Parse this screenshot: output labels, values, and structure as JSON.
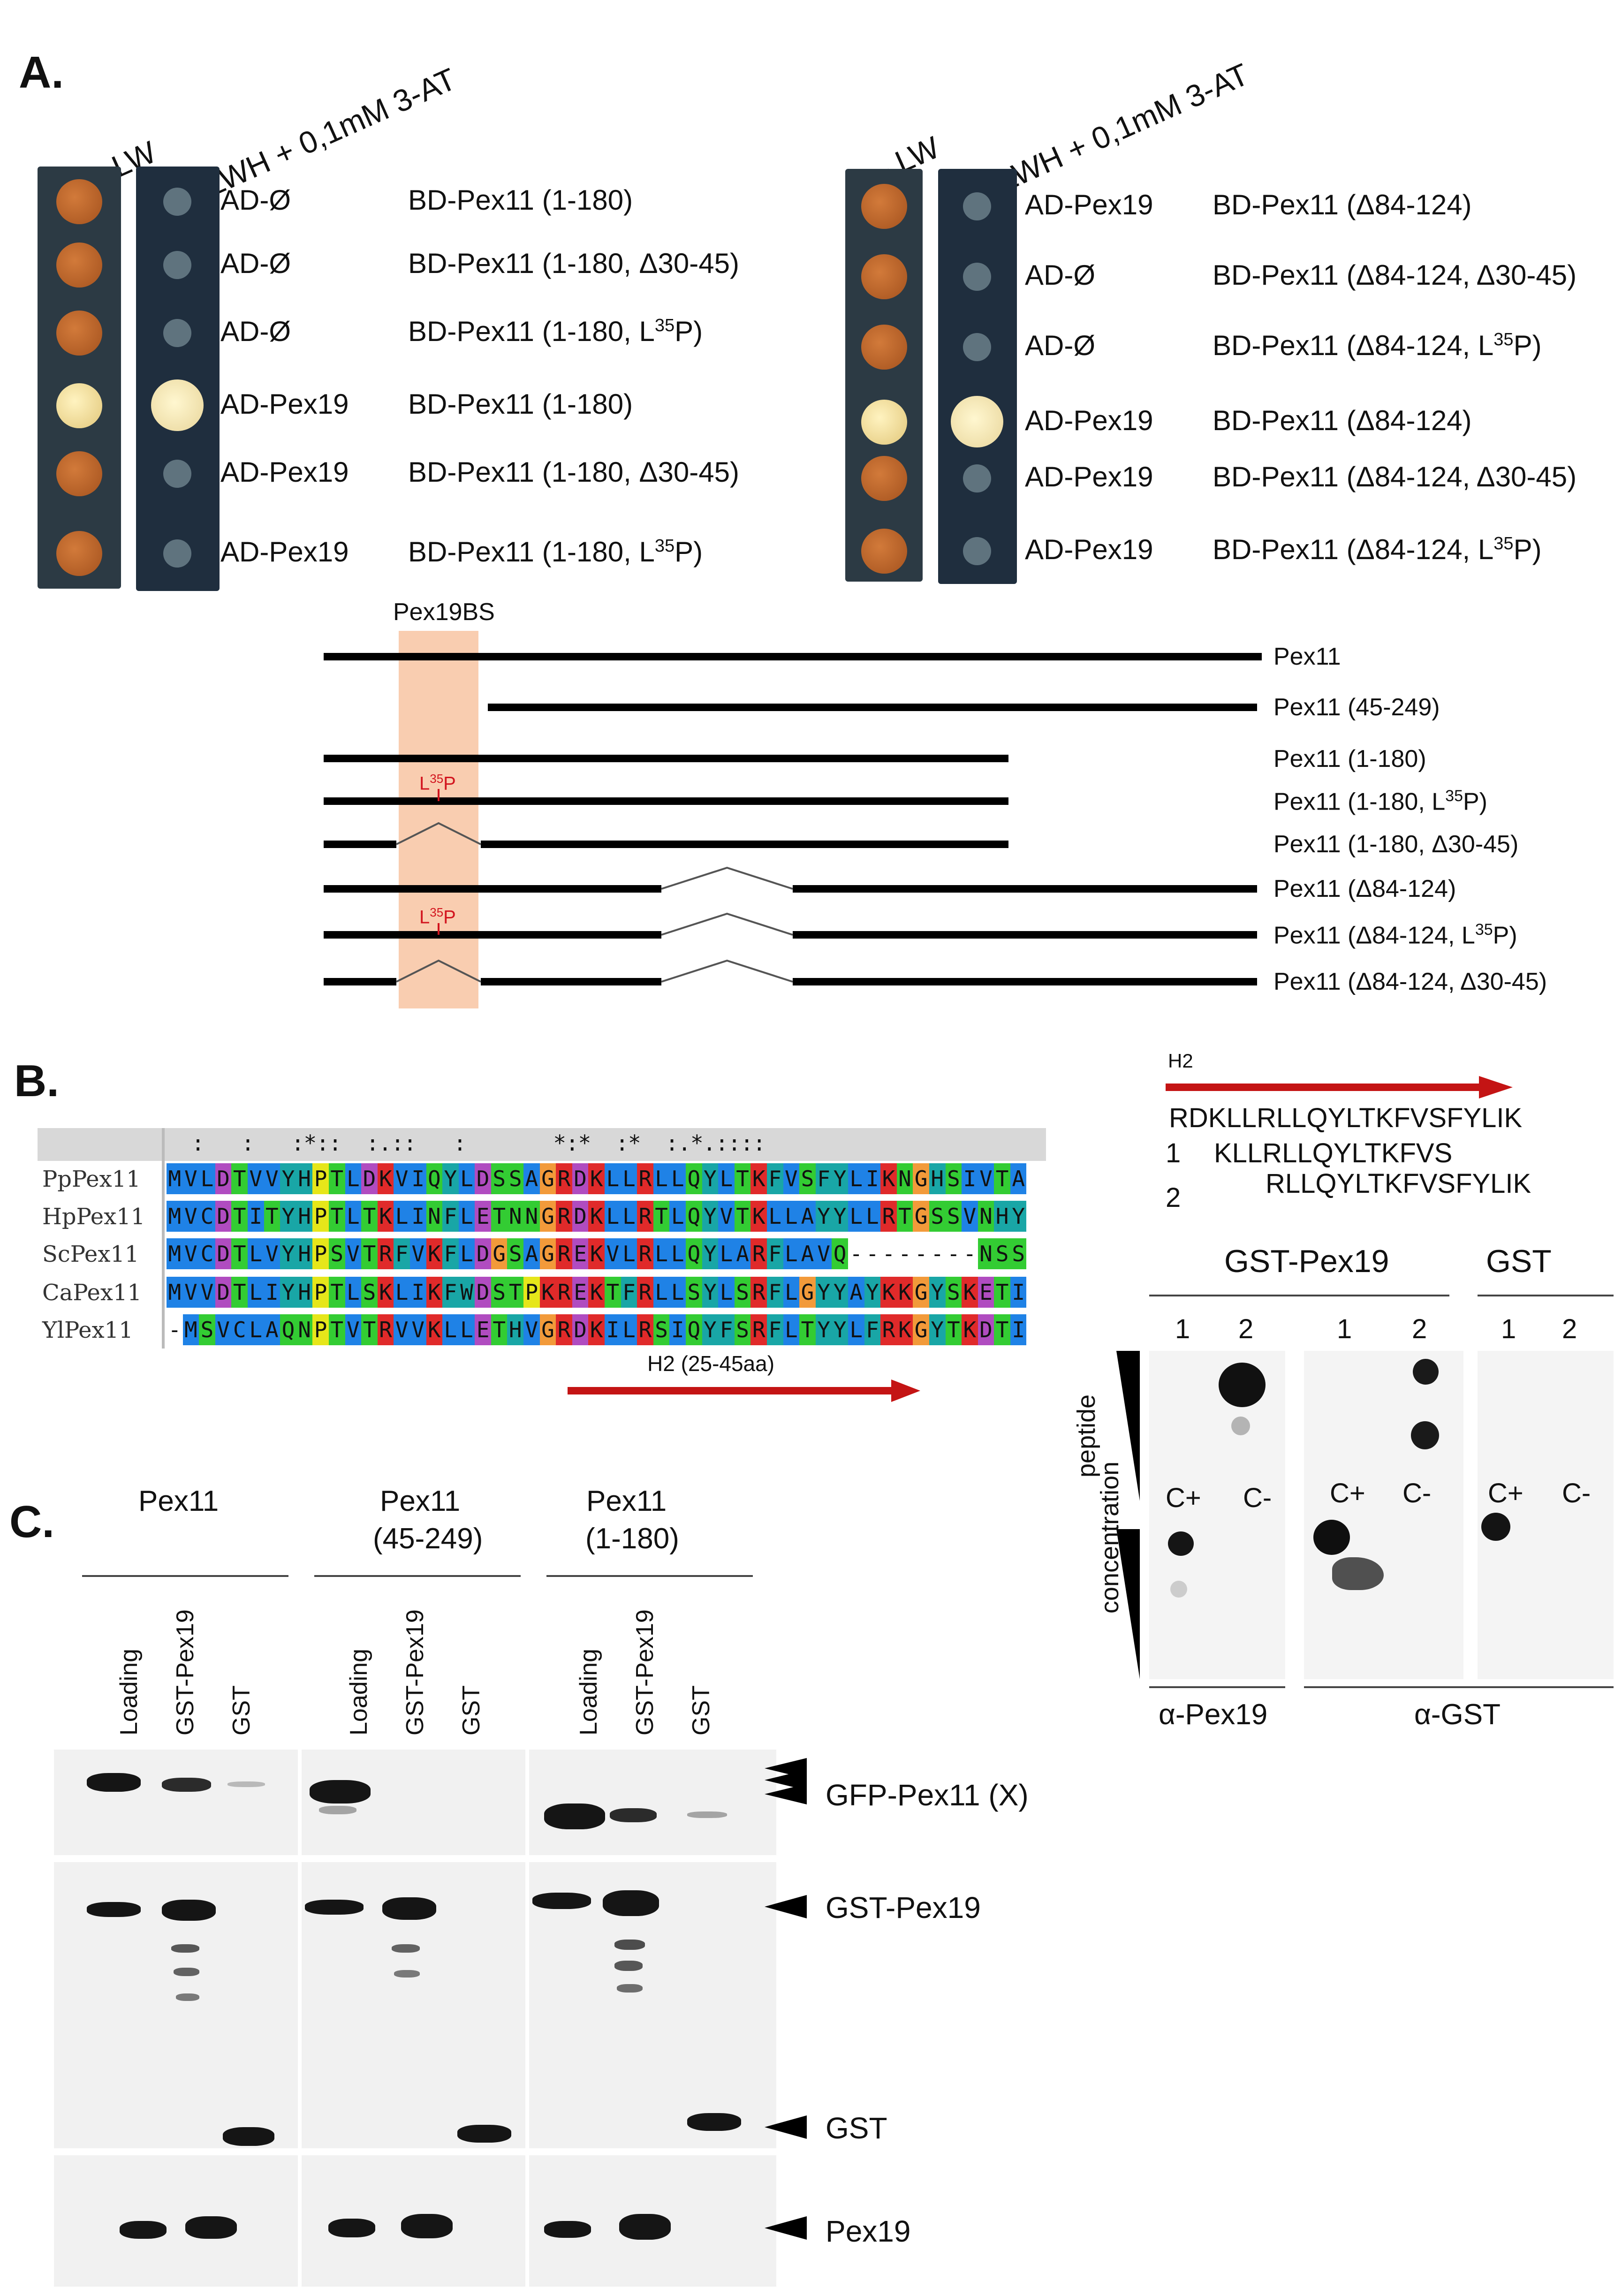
{
  "panel_labels": {
    "a": "A.",
    "b": "B.",
    "c": "C."
  },
  "panel_a": {
    "left": {
      "col_headers": [
        "- LW",
        "- LWH + 0,1mM 3-AT"
      ],
      "rows": [
        {
          "ad": "AD-Ø",
          "bd": "BD-Pex11 (1-180)",
          "growth": false
        },
        {
          "ad": "AD-Ø",
          "bd": "BD-Pex11 (1-180, Δ30-45)",
          "growth": false
        },
        {
          "ad": "AD-Ø",
          "bd_pre": "BD-Pex11 (1-180, L",
          "bd_sup": "35",
          "bd_post": "P)",
          "growth": false
        },
        {
          "ad": "AD-Pex19",
          "bd": "BD-Pex11 (1-180)",
          "growth": true
        },
        {
          "ad": "AD-Pex19",
          "bd": "BD-Pex11 (1-180, Δ30-45)",
          "growth": false
        },
        {
          "ad": "AD-Pex19",
          "bd_pre": "BD-Pex11 (1-180, L",
          "bd_sup": "35",
          "bd_post": "P)",
          "growth": false
        }
      ]
    },
    "right": {
      "col_headers": [
        "- LW",
        "- LWH + 0,1mM 3-AT"
      ],
      "rows": [
        {
          "ad": "AD-Pex19",
          "bd": "BD-Pex11 (Δ84-124)",
          "growth": false
        },
        {
          "ad": "AD-Ø",
          "bd": "BD-Pex11 (Δ84-124, Δ30-45)",
          "growth": false
        },
        {
          "ad": "AD-Ø",
          "bd_pre": "BD-Pex11 (Δ84-124, L",
          "bd_sup": "35",
          "bd_post": "P)",
          "growth": false
        },
        {
          "ad": "AD-Pex19",
          "bd": "BD-Pex11 (Δ84-124)",
          "growth": true
        },
        {
          "ad": "AD-Pex19",
          "bd": "BD-Pex11 (Δ84-124, Δ30-45)",
          "growth": false
        },
        {
          "ad": "AD-Pex19",
          "bd_pre": "BD-Pex11 (Δ84-124, L",
          "bd_sup": "35",
          "bd_post": "P)",
          "growth": false
        }
      ]
    }
  },
  "constructs": {
    "binding_site_label": "Pex19BS",
    "mutation_pre": "L",
    "mutation_sup": "35",
    "mutation_post": "P",
    "items": [
      {
        "pre": "Pex11"
      },
      {
        "pre": "Pex11 (45-249)"
      },
      {
        "pre": "Pex11 (1-180)"
      },
      {
        "pre": "Pex11 (1-180, L",
        "sup": "35",
        "post": "P)"
      },
      {
        "pre": "Pex11 (1-180, Δ30-45)"
      },
      {
        "pre": "Pex11 (Δ84-124)"
      },
      {
        "pre": "Pex11 (Δ84-124, L",
        "sup": "35",
        "post": "P)"
      },
      {
        "pre": "Pex11 (Δ84-124, Δ30-45)"
      }
    ]
  },
  "alignment": {
    "conservation": "  :   :   :*::  :.::   :       *:*  :*  :.*.::::",
    "sequences": [
      {
        "name": "PpPex11",
        "seq": "MVLDTVVYHPTLDKVIQYLDSSAGRDKLLRLLQYLTKFVSFYLIKNGHSIVTA"
      },
      {
        "name": "HpPex11",
        "seq": "MVCDTITYHPTLTKLINFLETNNGRDKLLRTLQYVTKLLAYYLLRTGSSVNHY"
      },
      {
        "name": "ScPex11",
        "seq": "MVCDTLVYHPSVTRFVKFLDGSAGREKVLRLLQYLARFLAVQ--------NSS"
      },
      {
        "name": "CaPex11",
        "seq": "MVVDTLIYHPTLSKLIKFWDSTPKREKTFRLLSYLSRFLGYYAYKKGYSKETI"
      },
      {
        "name": "YlPex11",
        "seq": "-MSVCLAQNPTVTRVVKLLETHVGRDKILRSIQYFSRFLTYYLFRKGYTKDTI"
      }
    ],
    "helix_label": "H2 (25-45aa)",
    "colors": {
      "hydrophobic": "#1f82e6",
      "positive": "#e02a2a",
      "negative": "#b04cc0",
      "polar": "#33cc33",
      "glycine": "#f29a3a",
      "proline": "#e6e61a",
      "aromatic": "#19a6a6",
      "helix_arrow": "#c41414"
    }
  },
  "peptide": {
    "helix_label": "H2",
    "full_seq": "RDKLLRLLQYLTKFVSFYLIK",
    "peptides": [
      {
        "num": "1",
        "seq": "KLLRLLQYLTKFVS"
      },
      {
        "num": "2",
        "seq": "RLLQYLTKFVSFYLIK"
      }
    ]
  },
  "dot_blot": {
    "groups": [
      "GST-Pex19",
      "GST"
    ],
    "lanes": [
      "1",
      "2",
      "1",
      "2",
      "1",
      "2"
    ],
    "y_label_top": "peptide",
    "y_label_bottom": "concentration",
    "controls": [
      "C+",
      "C-",
      "C+",
      "C-",
      "C+",
      "C-"
    ],
    "antibodies": [
      "α-Pex19",
      "α-GST"
    ]
  },
  "pulldown": {
    "groups": [
      {
        "line1": "Pex11",
        "line2": ""
      },
      {
        "line1": "Pex11",
        "line2": "(45-249)"
      },
      {
        "line1": "Pex11",
        "line2": "(1-180)"
      }
    ],
    "lanes": [
      "Loading",
      "GST-Pex19",
      "GST"
    ],
    "bands": [
      "GFP-Pex11 (X)",
      "GST-Pex19",
      "GST",
      "Pex19"
    ]
  }
}
